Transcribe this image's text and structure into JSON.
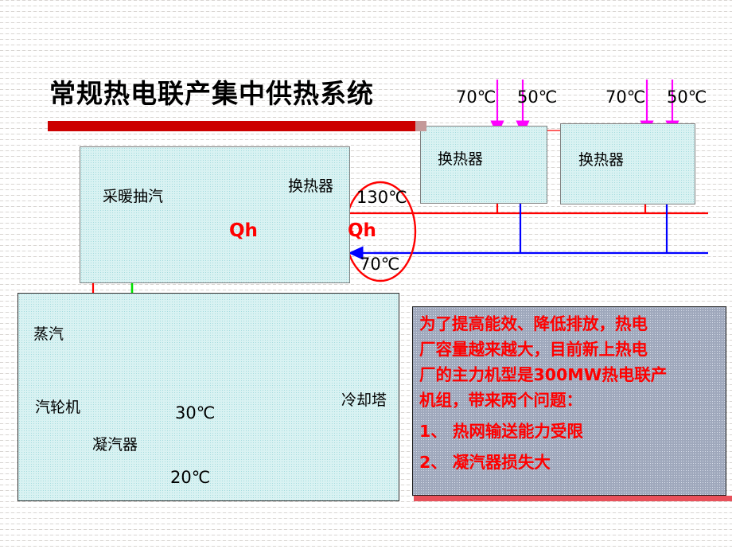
{
  "slide": {
    "title": "常规热电联产集中供热系统"
  },
  "diagram": {
    "labels": {
      "extraction_steam": "采暖抽汽",
      "heat_exchanger_main": "换热器",
      "heat_exchanger_1": "换热器",
      "heat_exchanger_2": "换热器",
      "steam_inlet": "蒸汽",
      "steam_turbine": "汽轮机",
      "condenser": "凝汽器",
      "cooling_tower": "冷却塔"
    },
    "temperatures": {
      "supply_main": "130℃",
      "return_main": "70℃",
      "building1_supply": "70℃",
      "building1_return": "50℃",
      "building2_supply": "70℃",
      "building2_return": "50℃",
      "cooling_water_out": "30℃",
      "cooling_water_in": "20℃"
    },
    "flow_labels": {
      "qh_left": "Qh",
      "qh_right": "Qh"
    },
    "colors": {
      "title_rule": "#cc0000",
      "supply_pipe": "#ff0000",
      "return_pipe": "#0000ff",
      "condensate_pipe": "#00e000",
      "secondary_pipe": "#ff00ff",
      "cold_water_pipe": "#00e5ff",
      "panel_fill": "#d9f2f2",
      "notes_fill": "#9fa8bc",
      "notes_text": "#ff0000"
    }
  },
  "notes": {
    "paragraph_1": "为了提高能效、降低排放，热电",
    "paragraph_2": "厂容量越来越大，目前新上热电",
    "paragraph_3_pre": "厂的主力机型是",
    "paragraph_3_hl": "300MW",
    "paragraph_3_post": "热电联产",
    "paragraph_4": "机组，带来两个问题：",
    "item_1": "1、 热网输送能力受限",
    "item_2": "2、 凝汽器损失大"
  }
}
